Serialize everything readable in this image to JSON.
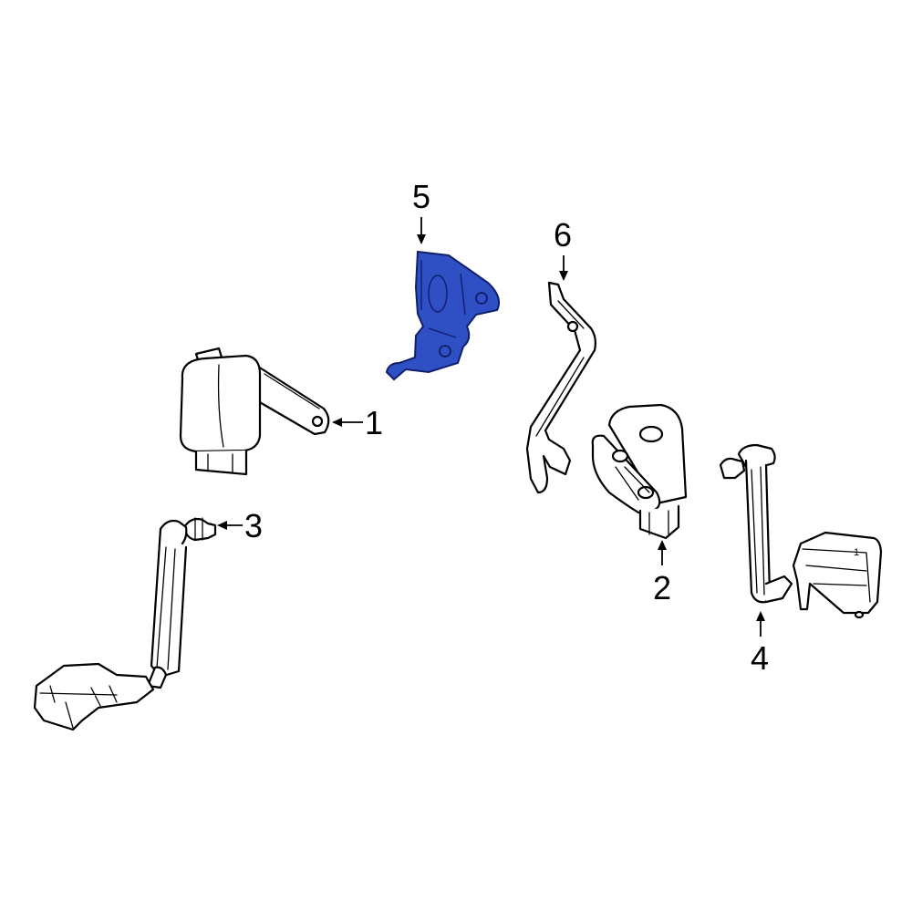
{
  "diagram": {
    "callouts": [
      {
        "id": "1",
        "label": "1"
      },
      {
        "id": "2",
        "label": "2"
      },
      {
        "id": "3",
        "label": "3"
      },
      {
        "id": "4",
        "label": "4"
      },
      {
        "id": "5",
        "label": "5"
      },
      {
        "id": "6",
        "label": "6"
      }
    ],
    "highlighted_part": "5",
    "highlight_color": "#2f4fc4",
    "part_marking": "1"
  }
}
